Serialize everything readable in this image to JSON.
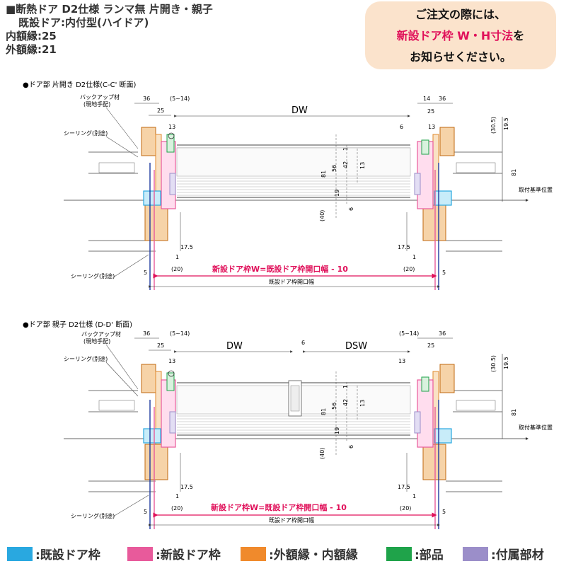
{
  "header": {
    "title": "■断熱ドア D2仕様 ランマ無 片開き・親子",
    "line2": "既設ドア:内付型(ハイドア)",
    "line3": "内額縁:25",
    "line4": "外額縁:21"
  },
  "notice": {
    "line1": "ご注文の際には、",
    "red": "新設ドア枠 W・H寸法",
    "line2_suffix": "を",
    "line3": "お知らせください。"
  },
  "colors": {
    "existing_frame": "#29a8e0",
    "new_frame": "#e85a9b",
    "casing": "#f08a2c",
    "parts": "#1fa34a",
    "accessory": "#9b8ec9"
  },
  "section1": {
    "title": "●ドア部 片開き D2仕様(C-C' 断面)",
    "backup": "バックアップ材",
    "backup_note": "(現地手配)",
    "sealing": "シーリング(別途)",
    "sealing_bottom": "シーリング(別途)",
    "dims": {
      "d36l": "36",
      "d25l": "25",
      "d514l": "(5~14)",
      "d13l": "13",
      "dw": "DW",
      "d14": "14",
      "d36r": "36",
      "d25r": "25",
      "d6": "6",
      "d13r": "13",
      "d305": "(30.5)",
      "d195": "19.5",
      "d81r": "81",
      "ref": "取付基準位置",
      "d1": "1",
      "d42": "42",
      "d56": "56",
      "d81": "81",
      "d13c": "13",
      "d19": "19",
      "d6c": "6",
      "d40": "(40)",
      "d175l": "17.5",
      "d175r": "17.5",
      "d1l": "1",
      "d1r": "1",
      "d20l": "(20)",
      "d20r": "(20)",
      "d5l": "5",
      "d5r": "5"
    },
    "formula": "新設ドア枠W=既設ドア枠開口幅 - 10",
    "opening": "既設ドア枠開口幅"
  },
  "section2": {
    "title": "●ドア部 親子 D2仕様 (D-D' 断面)",
    "backup": "バックアップ材",
    "backup_note": "(現地手配)",
    "sealing": "シーリング(別途)",
    "sealing_bottom": "シーリング(別途)",
    "dims": {
      "d36l": "36",
      "d25l": "25",
      "d514l": "(5~14)",
      "d13l": "13",
      "dw": "DW",
      "d6": "6",
      "dsw": "DSW",
      "d514r": "(5~14)",
      "d36r": "36",
      "d25r": "25",
      "d13r": "13",
      "d305": "(30.5)",
      "d195": "19.5",
      "d81r": "81",
      "ref": "取付基準位置",
      "d1": "1",
      "d42": "42",
      "d56": "56",
      "d81": "81",
      "d13c": "13",
      "d19": "19",
      "d6c": "6",
      "d40": "(40)",
      "d175l": "17.5",
      "d175r": "17.5",
      "d1l": "1",
      "d1r": "1",
      "d20l": "(20)",
      "d20r": "(20)",
      "d5l": "5",
      "d5r": "5"
    },
    "formula": "新設ドア枠W=既設ドア枠開口幅 - 10",
    "opening": "既設ドア枠開口幅"
  },
  "legend": [
    {
      "label": ":既設ドア枠"
    },
    {
      "label": ":新設ドア枠"
    },
    {
      "label": ":外額縁・内額縁"
    },
    {
      "label": ":部品"
    },
    {
      "label": ":付属部材"
    }
  ]
}
